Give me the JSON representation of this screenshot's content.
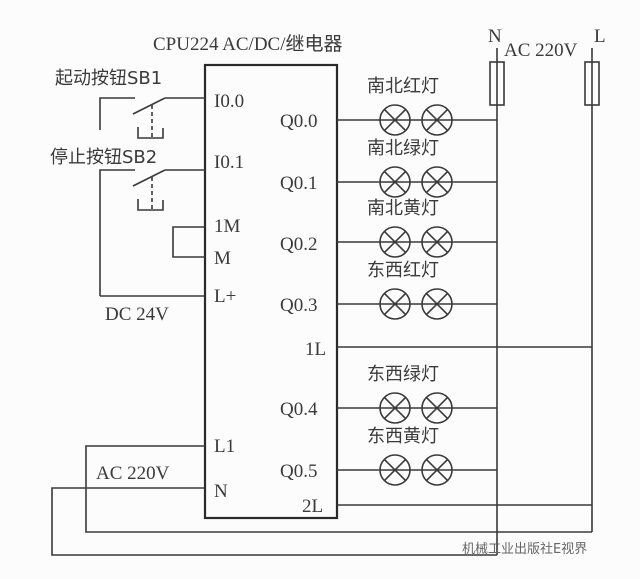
{
  "title": "CPU224 AC/DC/继电器",
  "switches": [
    {
      "label": "起动按钮SB1",
      "input": "I0.0"
    },
    {
      "label": "停止按钮SB2",
      "input": "I0.1"
    }
  ],
  "left_terminals": {
    "m1": "1M",
    "m": "M",
    "lplus": "L+",
    "l1": "L1",
    "n": "N"
  },
  "dc_label": "DC 24V",
  "ac_label_left": "AC 220V",
  "outputs": [
    {
      "terminal": "Q0.0",
      "lamp": "南北红灯"
    },
    {
      "terminal": "Q0.1",
      "lamp": "南北绿灯"
    },
    {
      "terminal": "Q0.2",
      "lamp": "南北黄灯"
    },
    {
      "terminal": "Q0.3",
      "lamp": "东西红灯"
    },
    {
      "terminal": "Q0.4",
      "lamp": "东西绿灯"
    },
    {
      "terminal": "Q0.5",
      "lamp": "东西黄灯"
    }
  ],
  "common_terminals": {
    "l1": "1L",
    "l2": "2L"
  },
  "supply": {
    "n": "N",
    "l": "L",
    "voltage": "AC 220V"
  },
  "watermark": "机械工业出版社E视界"
}
